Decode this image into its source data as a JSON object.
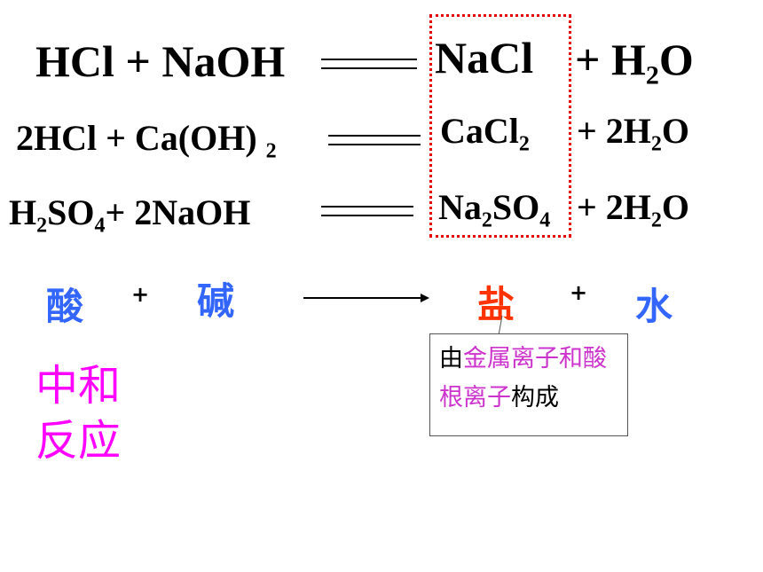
{
  "equations": {
    "eq1": {
      "lhs": "HCl + NaOH",
      "salt": "NaCl",
      "rhs_plus": "+ H",
      "rhs_sub": "2",
      "rhs_tail": "O"
    },
    "eq2": {
      "lhs": "2HCl + Ca(OH)",
      "lhs_sub": "2",
      "salt": "CaCl",
      "salt_sub": "2",
      "rhs_plus": "+ 2H",
      "rhs_sub": "2",
      "rhs_tail": "O"
    },
    "eq3": {
      "lhs_a": "H",
      "lhs_sub1": "2",
      "lhs_b": "SO",
      "lhs_sub2": "4",
      "lhs_c": "+  2NaOH",
      "salt_a": "Na",
      "salt_sub1": "2",
      "salt_b": "SO",
      "salt_sub2": "4",
      "rhs_plus": "+ 2H",
      "rhs_sub": "2",
      "rhs_tail": "O"
    }
  },
  "word_equation": {
    "acid": "酸",
    "plus1": "+",
    "base": "碱",
    "salt": "盐",
    "plus2": "+",
    "water": "水"
  },
  "neutralization": {
    "line1": "中和",
    "line2": "反应"
  },
  "callout": {
    "part1": "由",
    "part2": "金属离子和",
    "part3": "酸根离子",
    "part4": "构成"
  },
  "colors": {
    "acid_blue": "#3366ff",
    "salt_red": "#ff3300",
    "magenta": "#ff00ff",
    "callout_pink": "#cc33cc",
    "box_red": "#e60000"
  }
}
